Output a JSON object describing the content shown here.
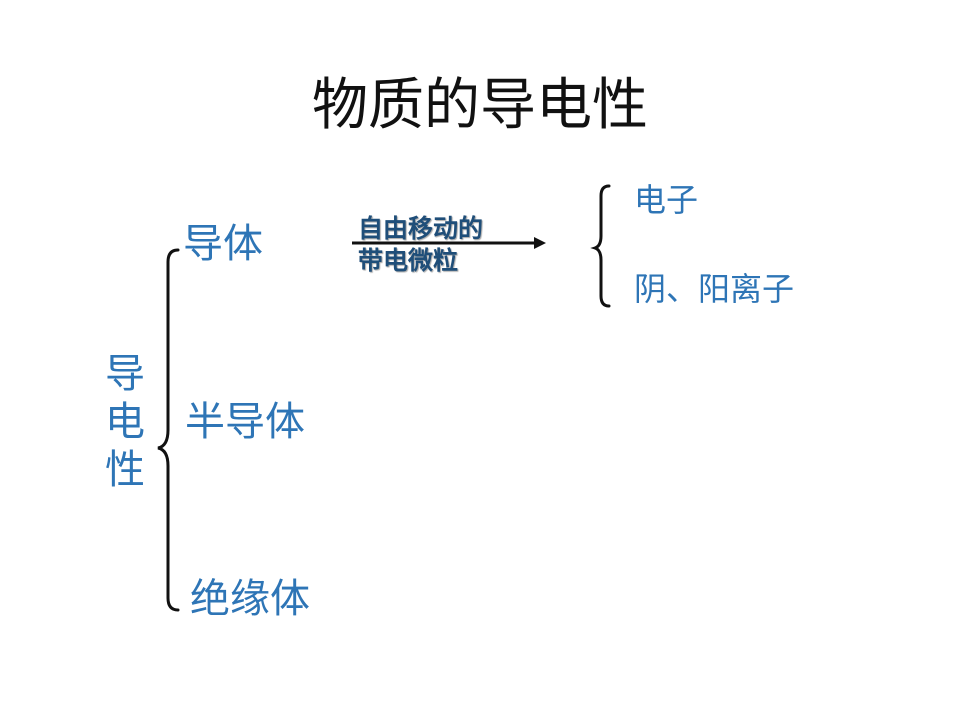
{
  "slide": {
    "title": "物质的导电性",
    "vertical_label": [
      "导",
      "电",
      "性"
    ],
    "categories": {
      "conductor": "导体",
      "semiconductor": "半导体",
      "insulator": "绝缘体"
    },
    "carrier_label_line1": "自由移动的",
    "carrier_label_line2": "带电微粒",
    "carriers": {
      "electron": "电子",
      "ions": "阴、阳离子"
    }
  },
  "colors": {
    "text_blue": "#2e75b6",
    "arrow_label_dark_blue": "#1f4e79",
    "bracket_black": "#111111"
  }
}
